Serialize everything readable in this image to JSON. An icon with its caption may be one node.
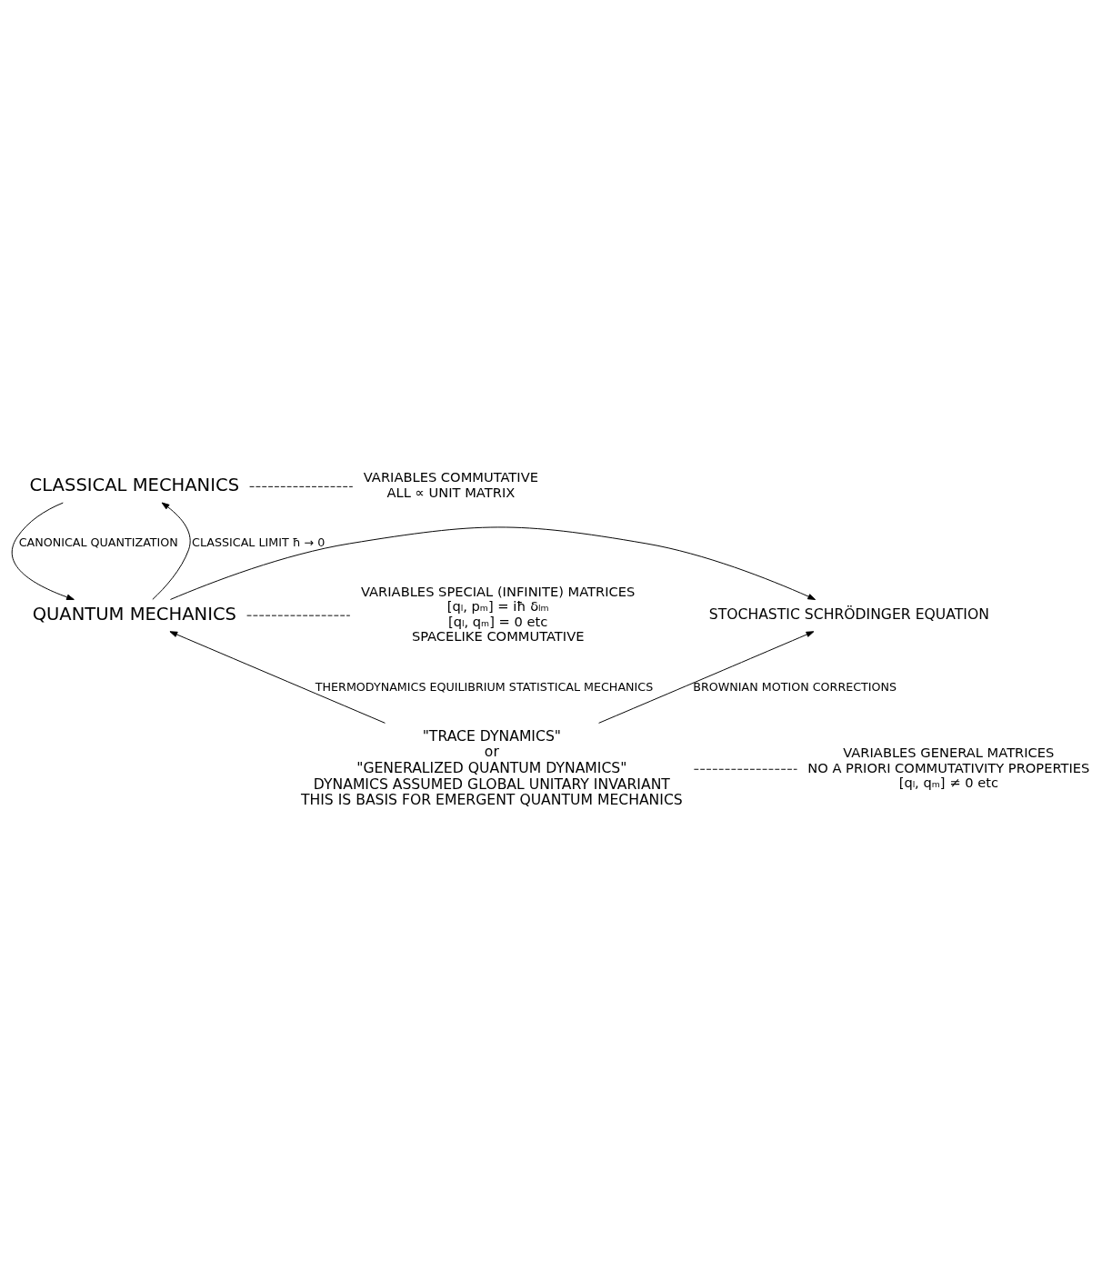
{
  "diagram": {
    "nodes": [
      {
        "text": [
          "CLASSICAL MECHANICS"
        ]
      },
      {
        "text": [
          "VARIABLES COMMUTATIVE",
          "ALL ∝ UNIT MATRIX"
        ]
      },
      {
        "text": [
          "STOCHASTIC SCHRÖDINGER EQUATION"
        ]
      },
      {
        "text": [
          "QUANTUM MECHANICS"
        ]
      },
      {
        "text": [
          "VARIABLES SPECIAL (INFINITE) MATRICES",
          "[qₗ, pₘ] = iħ δₗₘ",
          "[qₗ, qₘ] = 0 etc",
          "SPACELIKE COMMUTATIVE"
        ]
      },
      {
        "text": [
          "\"TRACE DYNAMICS\"",
          "or",
          "\"GENERALIZED QUANTUM DYNAMICS\"",
          "DYNAMICS ASSUMED GLOBAL UNITARY INVARIANT",
          "THIS IS BASIS FOR EMERGENT QUANTUM MECHANICS"
        ]
      },
      {
        "text": [
          "VARIABLES GENERAL MATRICES",
          "NO A PRIORI COMMUTATIVITY PROPERTIES",
          "[qₗ, qₘ] ≠ 0 etc"
        ]
      }
    ],
    "edges": [
      {
        "from": 0,
        "to": 3,
        "arrow": "to",
        "label": "CANONICAL QUANTIZATION"
      },
      {
        "from": 3,
        "to": 0,
        "arrow": "to",
        "label": "CLASSICAL LIMIT ħ → 0"
      },
      {
        "from": 0,
        "to": 1,
        "arrow": "none",
        "style": "dashed"
      },
      {
        "from": 3,
        "to": 2,
        "arrow": "to"
      },
      {
        "from": 3,
        "to": 4,
        "arrow": "none",
        "style": "dashed"
      },
      {
        "from": 5,
        "to": 3,
        "arrow": "to",
        "label": "THERMODYNAMICS EQUILIBRIUM STATISTICAL MECHANICS"
      },
      {
        "from": 5,
        "to": 2,
        "arrow": "to",
        "label": "BROWNIAN MOTION CORRECTIONS"
      },
      {
        "from": 5,
        "to": 6,
        "arrow": "none",
        "style": "dashed"
      }
    ]
  }
}
